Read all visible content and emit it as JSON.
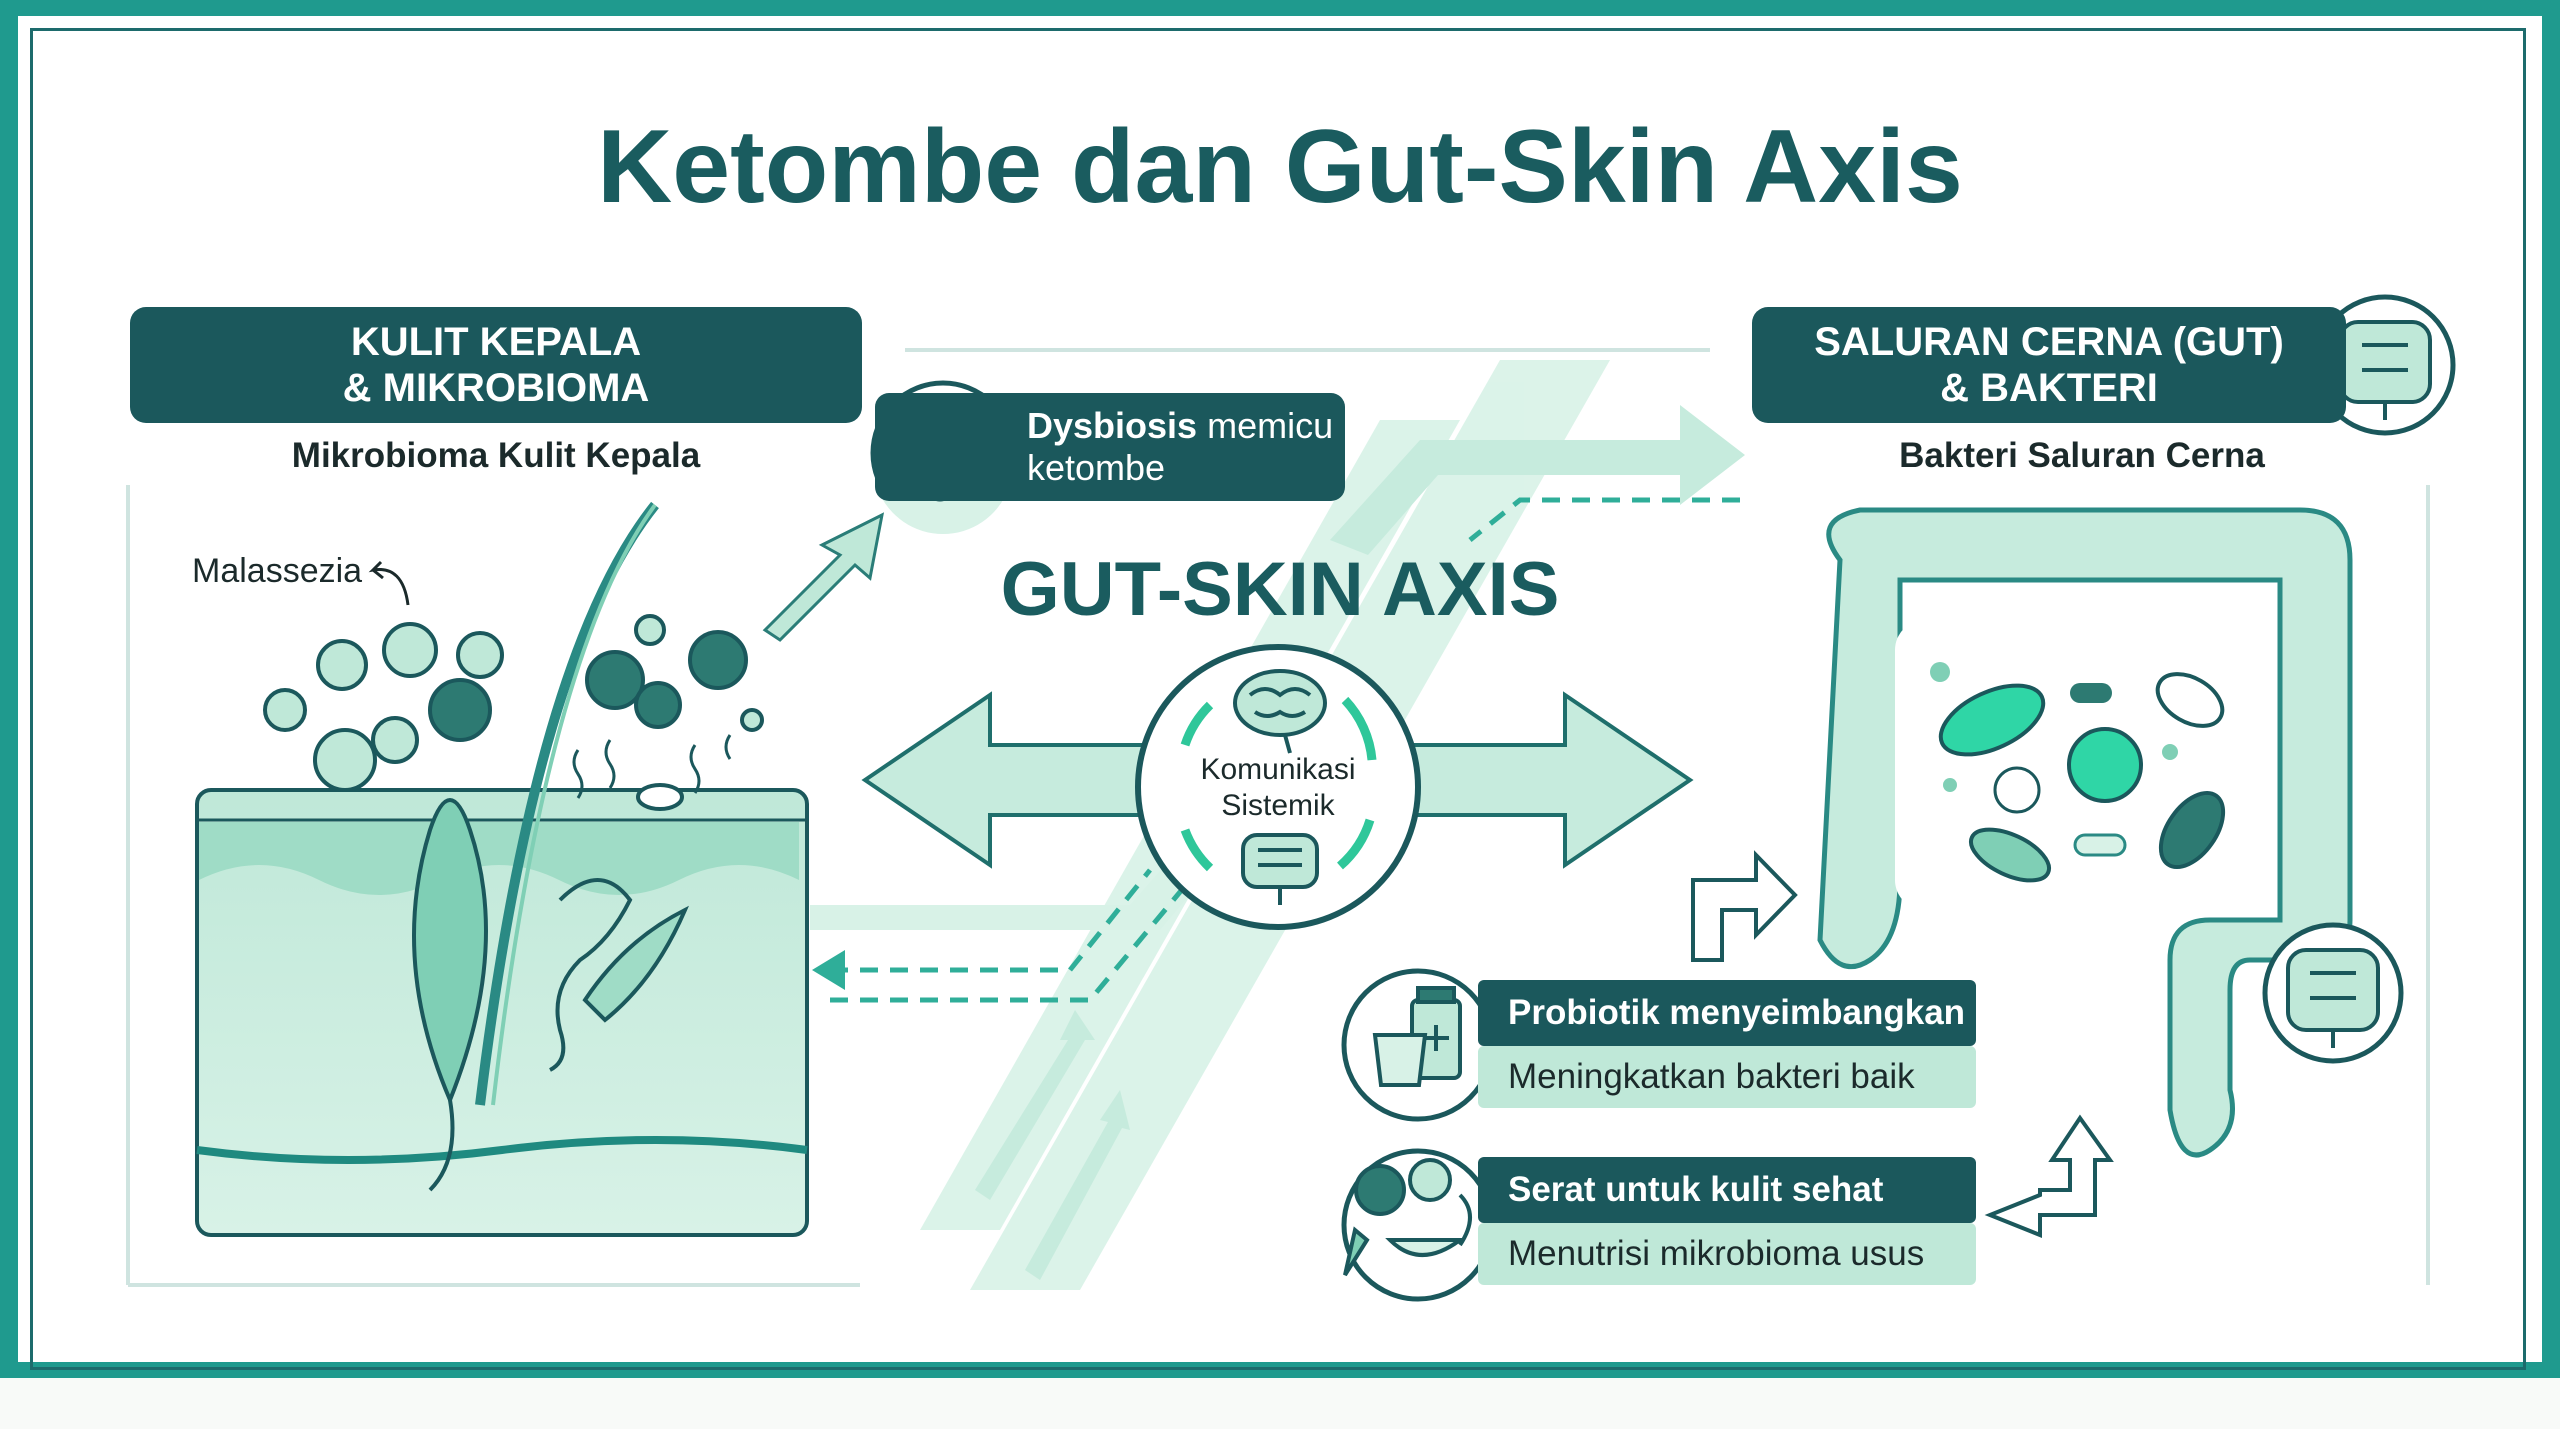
{
  "title": "Ketombe dan Gut-Skin Axis",
  "left_panel": {
    "heading_line1": "KULIT KEPALA",
    "heading_line2": "& MIKROBIOMA",
    "subtitle": "Mikrobioma Kulit Kepala",
    "label_malassezia": "Malassezia"
  },
  "right_panel": {
    "heading_line1": "SALURAN CERNA (GUT)",
    "heading_line2": "& BAKTERI",
    "subtitle": "Bakteri Saluran Cerna"
  },
  "dysbiosis": {
    "bold": "Dysbiosis",
    "rest_line1": " memicu",
    "line2": "ketombe"
  },
  "hub": {
    "title": "GUT-SKIN AXIS",
    "label_line1": "Komunikasi",
    "label_line2": "Sistemik"
  },
  "probiotic": {
    "heading": "Probiotik menyeimbangkan",
    "detail": "Meningkatkan bakteri baik"
  },
  "fiber": {
    "heading": "Serat untuk kulit sehat",
    "detail": "Menutrisi mikrobioma usus"
  },
  "colors": {
    "frame": "#1f9a8e",
    "dark_teal": "#1b585c",
    "mint": "#bfe8d8",
    "light_mint": "#d8f2e7",
    "accent": "#2fc79a"
  },
  "icons": [
    "hair-follicle-icon",
    "brain-icon",
    "intestine-icon",
    "probiotic-bottle-icon",
    "fiber-food-icon",
    "cycle-arrows-icon",
    "bacteria-icon",
    "fungus-icon"
  ]
}
